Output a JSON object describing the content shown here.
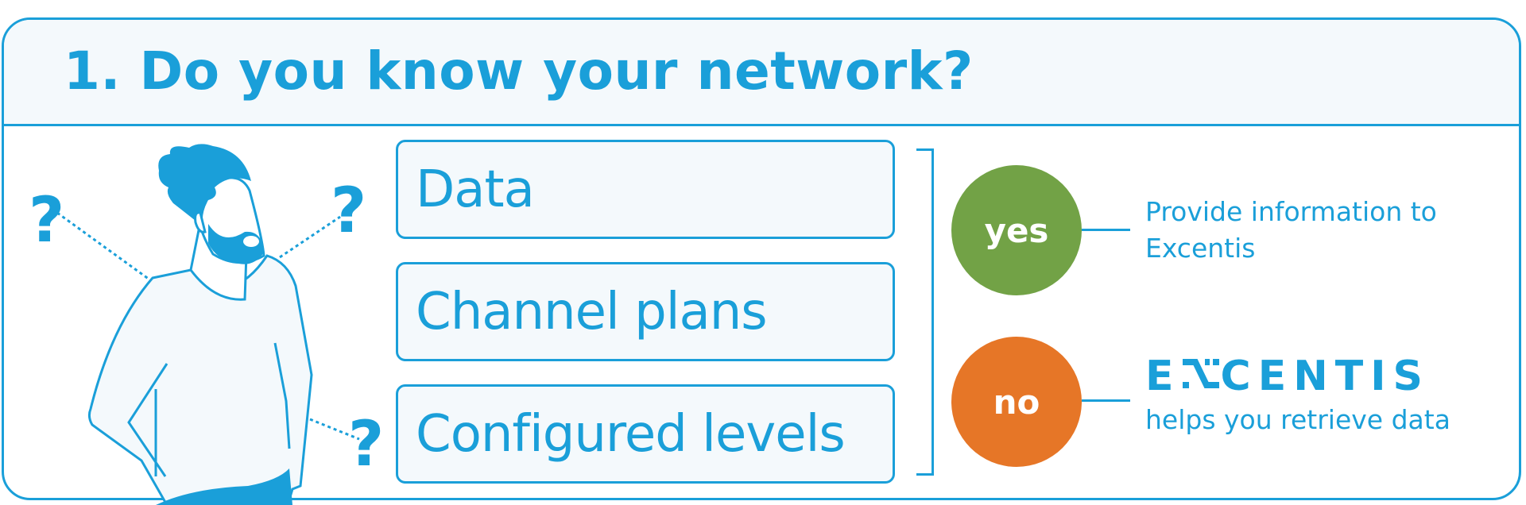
{
  "header": {
    "title": "1. Do you know your network?"
  },
  "illustration": {
    "subject": "bearded man wondering",
    "question_marks": [
      "?",
      "?",
      "?"
    ]
  },
  "items": [
    {
      "label": "Data"
    },
    {
      "label": "Channel plans"
    },
    {
      "label": "Configured levels"
    }
  ],
  "answers": {
    "yes": {
      "label": "yes",
      "color": "#72a246",
      "outcome_lines": [
        "Provide information to",
        "Excentis"
      ]
    },
    "no": {
      "label": "no",
      "color": "#e67627",
      "logo_text": "CENTIS",
      "logo_prefix": "E",
      "tagline": "helps you retrieve data"
    }
  },
  "colors": {
    "accent": "#1a9fd9",
    "panel_bg": "#f4f9fc"
  }
}
